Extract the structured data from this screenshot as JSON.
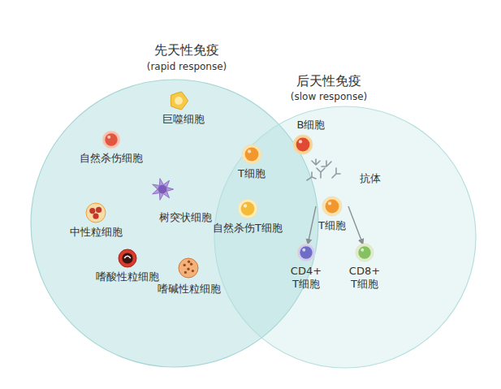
{
  "diagram": {
    "nodes": [
      {
        "text": [
          "先天性免疫",
          "(rapid response)"
        ]
      },
      {
        "text": [
          "后天性免疫",
          "(slow response)"
        ]
      },
      {
        "text": [
          "巨噬细胞"
        ],
        "in": 0
      },
      {
        "text": [
          "自然杀伤细胞"
        ],
        "in": 0
      },
      {
        "text": [
          "树突状细胞"
        ],
        "in": 0
      },
      {
        "text": [
          "中性粒细胞"
        ],
        "in": 0
      },
      {
        "text": [
          "嗜酸性粒细胞"
        ],
        "in": 0
      },
      {
        "text": [
          "嗜碱性粒细胞"
        ],
        "in": 0
      },
      {
        "text": [
          "T细胞"
        ]
      },
      {
        "text": [
          "自然杀伤T细胞"
        ]
      },
      {
        "text": [
          "B细胞"
        ],
        "in": 1
      },
      {
        "text": [
          "T细胞"
        ],
        "in": 1
      },
      {
        "text": [
          "CD4+ T细胞"
        ],
        "in": 1
      },
      {
        "text": [
          "CD8+ T细胞"
        ],
        "in": 1
      }
    ],
    "edges": [
      {
        "from": 11,
        "to": 12,
        "arrow": "to"
      },
      {
        "from": 11,
        "to": 13,
        "arrow": "to"
      }
    ],
    "labels": [
      "抗体"
    ]
  }
}
